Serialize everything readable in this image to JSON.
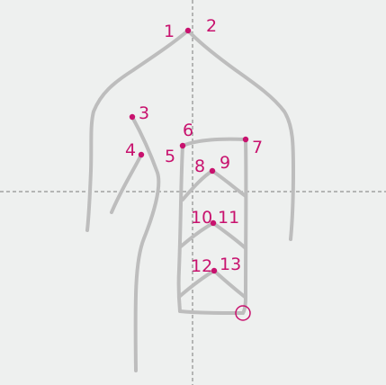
{
  "stroke_color": "#bdbdbd",
  "point_color": "#c8126e",
  "guide_color": "#7a7a7a",
  "background_color": "#eef0ef",
  "points": [
    {
      "id": "1",
      "label": "1"
    },
    {
      "id": "2",
      "label": "2"
    },
    {
      "id": "3",
      "label": "3"
    },
    {
      "id": "4",
      "label": "4"
    },
    {
      "id": "5",
      "label": "5"
    },
    {
      "id": "6",
      "label": "6"
    },
    {
      "id": "7",
      "label": "7"
    },
    {
      "id": "8",
      "label": "8"
    },
    {
      "id": "9",
      "label": "9"
    },
    {
      "id": "10",
      "label": "10"
    },
    {
      "id": "11",
      "label": "11"
    },
    {
      "id": "12",
      "label": "12"
    },
    {
      "id": "13",
      "label": "13"
    }
  ],
  "end_marker": "circle"
}
